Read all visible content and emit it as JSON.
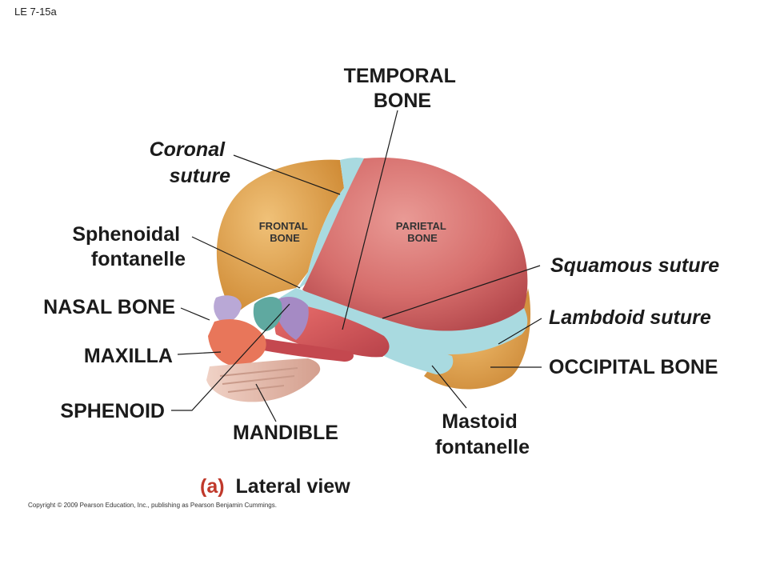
{
  "figure_id": "LE 7-15a",
  "labels": {
    "temporal_bone": [
      "TEMPORAL",
      "BONE"
    ],
    "coronal_suture": [
      "Coronal",
      "suture"
    ],
    "sphenoidal_fontanelle": [
      "Sphenoidal",
      "fontanelle"
    ],
    "nasal_bone": "NASAL BONE",
    "maxilla": "MAXILLA",
    "sphenoid": "SPHENOID",
    "mandible": "MANDIBLE",
    "mastoid_fontanelle": [
      "Mastoid",
      "fontanelle"
    ],
    "squamous_suture": "Squamous suture",
    "lambdoid_suture": "Lambdoid suture",
    "occipital_bone": "OCCIPITAL BONE",
    "frontal_bone": [
      "FRONTAL",
      "BONE"
    ],
    "parietal_bone": [
      "PARIETAL",
      "BONE"
    ]
  },
  "caption": {
    "letter": "(a)",
    "text": "Lateral view"
  },
  "copyright": "Copyright © 2009 Pearson Education, Inc., publishing as Pearson Benjamin Cummings.",
  "colors": {
    "parietal": "#d46a6a",
    "frontal": "#e2a24a",
    "temporal": "#d9585c",
    "fontanelle": "#a9dae0",
    "occipital": "#e6a347",
    "maxilla": "#e8765a",
    "mandible": "#e8c2b4",
    "sphenoid": "#a58ac4",
    "nasal": "#b9a8d6",
    "orbit": "#5fa9a0"
  }
}
